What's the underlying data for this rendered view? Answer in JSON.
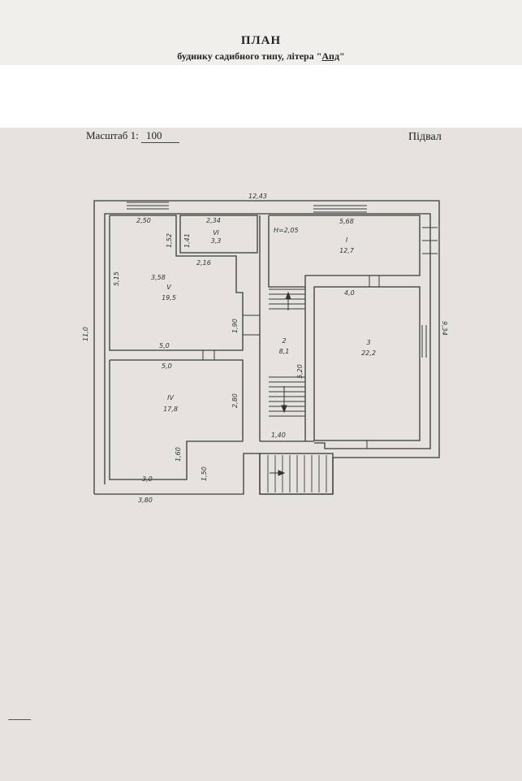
{
  "header": {
    "title": "ПЛАН",
    "subtitle_prefix": "будинку садибного типу, літера \"",
    "litera": "Апд",
    "subtitle_suffix": "\""
  },
  "scale": {
    "label": "Масштаб 1:",
    "value": "100"
  },
  "level": "Підвал",
  "dimensions": {
    "overall_width": "12,43",
    "overall_height": "11,0",
    "right_side": "9,34",
    "bottom_left": "3,80",
    "room_v_top": "2,50",
    "room_v_side": "5,15",
    "room_v_inner_top": "3,58",
    "room_v_inner_mid": "2,16",
    "room_v_right": "1,90",
    "room_v_bottom": "5,0",
    "room_iv_top": "5,0",
    "room_iv_right": "2,80",
    "room_iv_step": "1,60",
    "room_iv_bottom": "3,0",
    "room_vi_top": "2,34",
    "room_vi_side_a": "1,52",
    "room_vi_side_b": "1,41",
    "room_1_top": "5,68",
    "room_1_height": "H=2,05",
    "room_3_top": "4,0",
    "room_2_side": "5,20",
    "room_2_bottom": "1,40",
    "stair_side": "1,50"
  },
  "rooms": [
    {
      "no": "V",
      "area": "19,5"
    },
    {
      "no": "VI",
      "area": "3,3"
    },
    {
      "no": "I",
      "area": "12,7"
    },
    {
      "no": "2",
      "area": "8,1"
    },
    {
      "no": "3",
      "area": "22,2"
    },
    {
      "no": "IV",
      "area": "17,8"
    }
  ]
}
